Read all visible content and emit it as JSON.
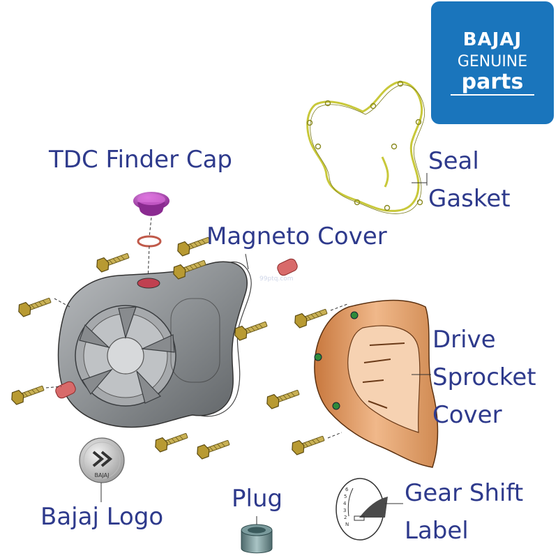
{
  "brand": {
    "line1": "BAJAJ",
    "line2": "GENUINE",
    "line3": "parts",
    "color": "#1a75bc"
  },
  "labels": {
    "tdc_finder_cap": "TDC Finder Cap",
    "magneto_cover": "Magneto Cover",
    "seal": "Seal",
    "gasket": "Gasket",
    "drive": "Drive",
    "sprocket": "Sprocket",
    "cover": "Cover",
    "bajaj_logo": "Bajaj Logo",
    "plug": "Plug",
    "gear_shift": "Gear Shift",
    "label": "Label"
  },
  "emblem_text": "BAJAJ",
  "colors": {
    "label_text": "#2e3a8c",
    "magneto_cover": "#8a8d90",
    "sprocket_cover": "#d9925a",
    "gasket": "#c8c83a",
    "cap": "#b03ab8",
    "plug": "#6a8a8c",
    "dowel": "#d86a6a",
    "bolt": "#b8a040"
  }
}
